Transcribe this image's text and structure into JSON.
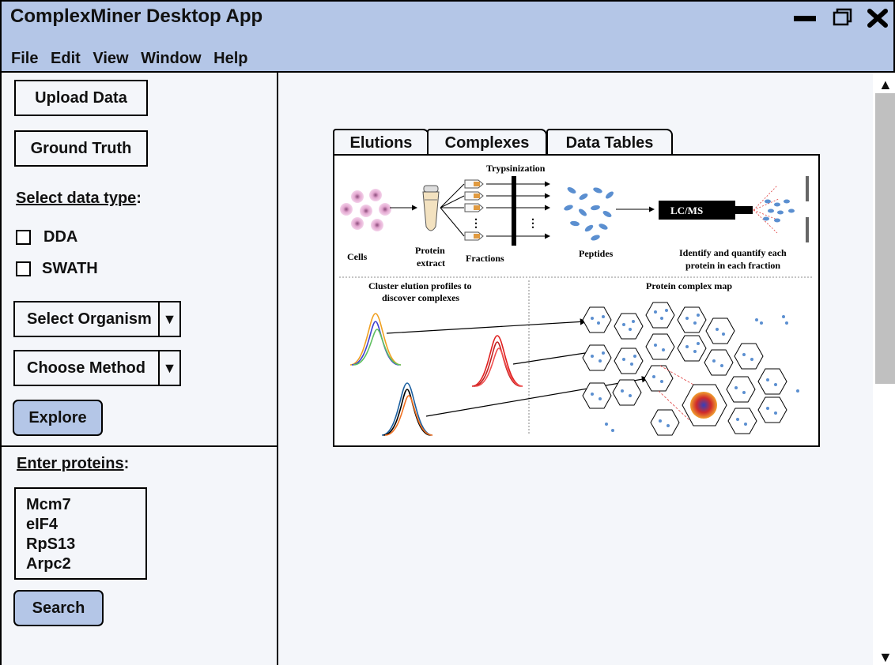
{
  "window": {
    "title": "ComplexMiner Desktop App"
  },
  "menu": [
    "File",
    "Edit",
    "View",
    "Window",
    "Help"
  ],
  "sidebar": {
    "upload_label": "Upload Data",
    "ground_truth_label": "Ground Truth",
    "data_type_label": "Select data type",
    "data_types": [
      "DDA",
      "SWATH"
    ],
    "organism_label": "Select Organism",
    "method_label": "Choose Method",
    "explore_label": "Explore",
    "proteins_label": "Enter proteins",
    "proteins": [
      "Mcm7",
      "eIF4",
      "RpS13",
      "Arpc2"
    ],
    "search_label": "Search"
  },
  "tabs": [
    "Elutions",
    "Complexes",
    "Data Tables"
  ],
  "figure": {
    "trypsinization": "Trypsinization",
    "cells": "Cells",
    "protein_extract_1": "Protein",
    "protein_extract_2": "extract",
    "fractions": "Fractions",
    "peptides": "Peptides",
    "lcms": "LC/MS",
    "identify_1": "Identify and quantify each",
    "identify_2": "protein in each fraction",
    "cluster_1": "Cluster elution profiles to",
    "cluster_2": "discover complexes",
    "complex_map": "Protein complex map"
  },
  "colors": {
    "titlebar": "#b4c6e7",
    "button_accent": "#b4c6e7",
    "background": "#f4f6fa"
  }
}
